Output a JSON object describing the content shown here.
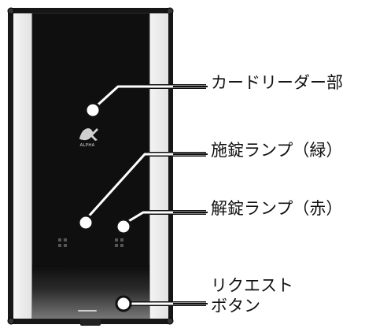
{
  "labels": {
    "card_reader": "カードリーダー部",
    "lock_lamp": "施錠ランプ（緑）",
    "unlock_lamp": "解錠ランプ（赤）",
    "request_button_line1": "リクエスト",
    "request_button_line2": "ボタン"
  },
  "device": {
    "logo_text": "ALPHA",
    "body_color": "#0f0f10",
    "side_panel_color": "#eeeeee",
    "frame_color": "#1a1a1a"
  }
}
